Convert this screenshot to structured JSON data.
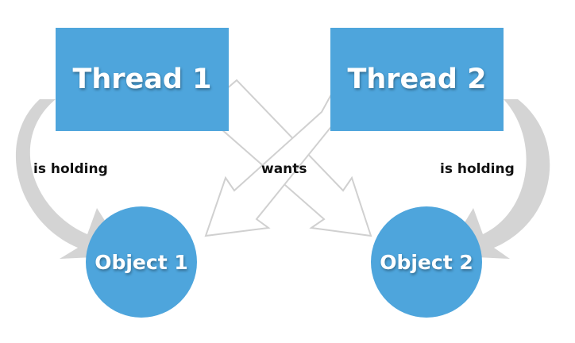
{
  "threads": [
    {
      "label": "Thread 1"
    },
    {
      "label": "Thread 2"
    }
  ],
  "objects": [
    {
      "label": "Object 1"
    },
    {
      "label": "Object 2"
    }
  ],
  "relations": {
    "holding_left": "is holding",
    "wants": "wants",
    "holding_right": "is holding"
  },
  "colors": {
    "node_fill": "#4ea5dc",
    "holding_arrow": "#d4d4d4",
    "wants_arrow_outline": "#d0d0d0"
  }
}
